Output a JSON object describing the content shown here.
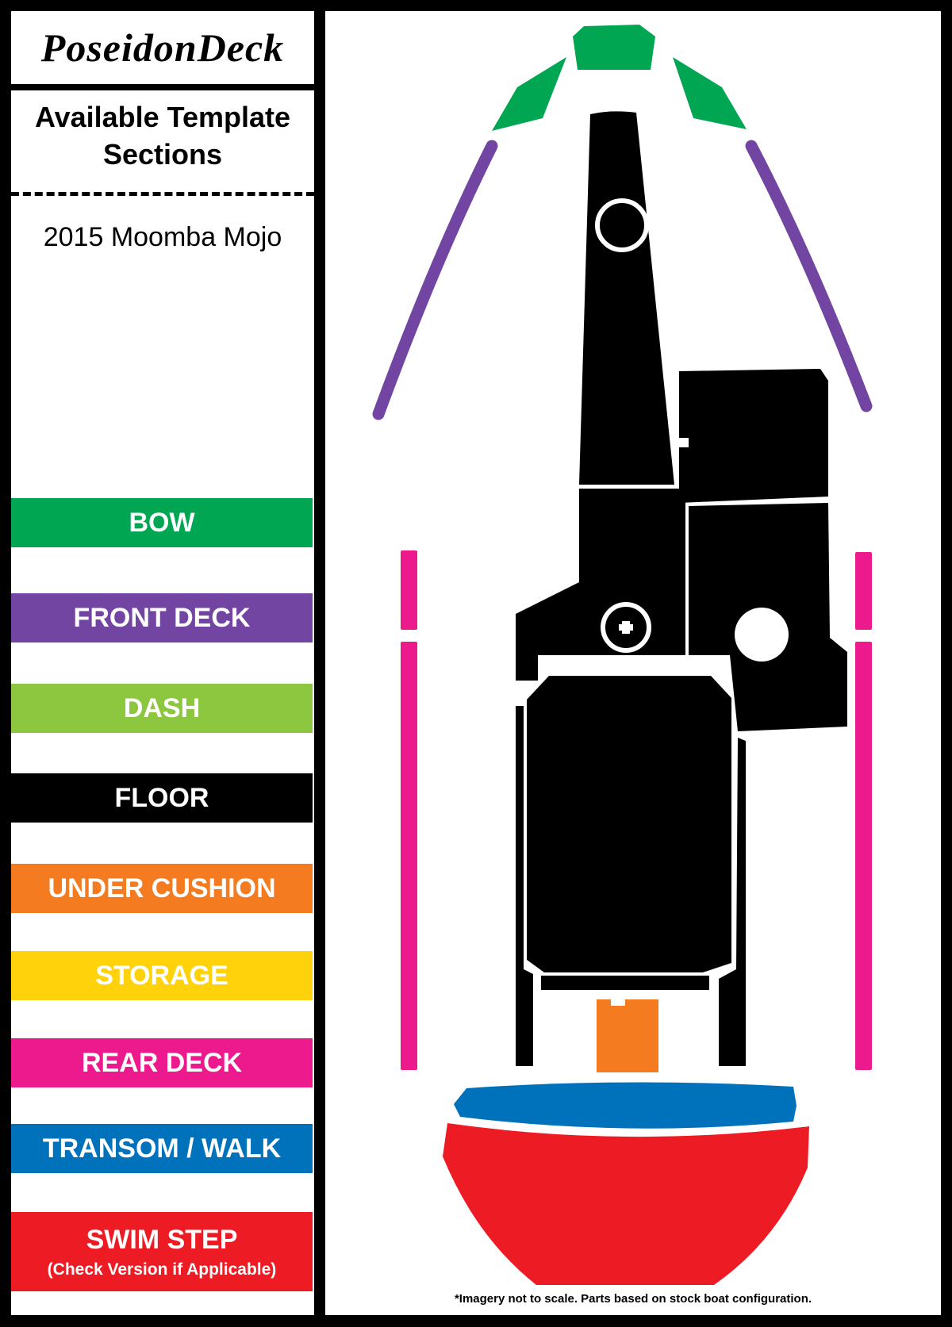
{
  "brand": "PoseidonDeck",
  "heading": [
    "Available Template",
    "Sections"
  ],
  "model": "2015 Moomba Mojo",
  "legend": [
    {
      "label": "BOW",
      "color": "#00a651"
    },
    {
      "label": "FRONT DECK",
      "color": "#7245a3"
    },
    {
      "label": "DASH",
      "color": "#8dc63f"
    },
    {
      "label": "FLOOR",
      "color": "#000000"
    },
    {
      "label": "UNDER CUSHION",
      "color": "#f47b20"
    },
    {
      "label": "STORAGE",
      "color": "#ffd20c"
    },
    {
      "label": "REAR DECK",
      "color": "#ec1a8d"
    },
    {
      "label": "TRANSOM / WALK",
      "color": "#0072bc"
    },
    {
      "label": "SWIM STEP",
      "sublabel": "(Check Version if Applicable)",
      "color": "#ed1c24"
    }
  ],
  "disclaimer": "*Imagery not to scale. Parts based on stock boat configuration."
}
